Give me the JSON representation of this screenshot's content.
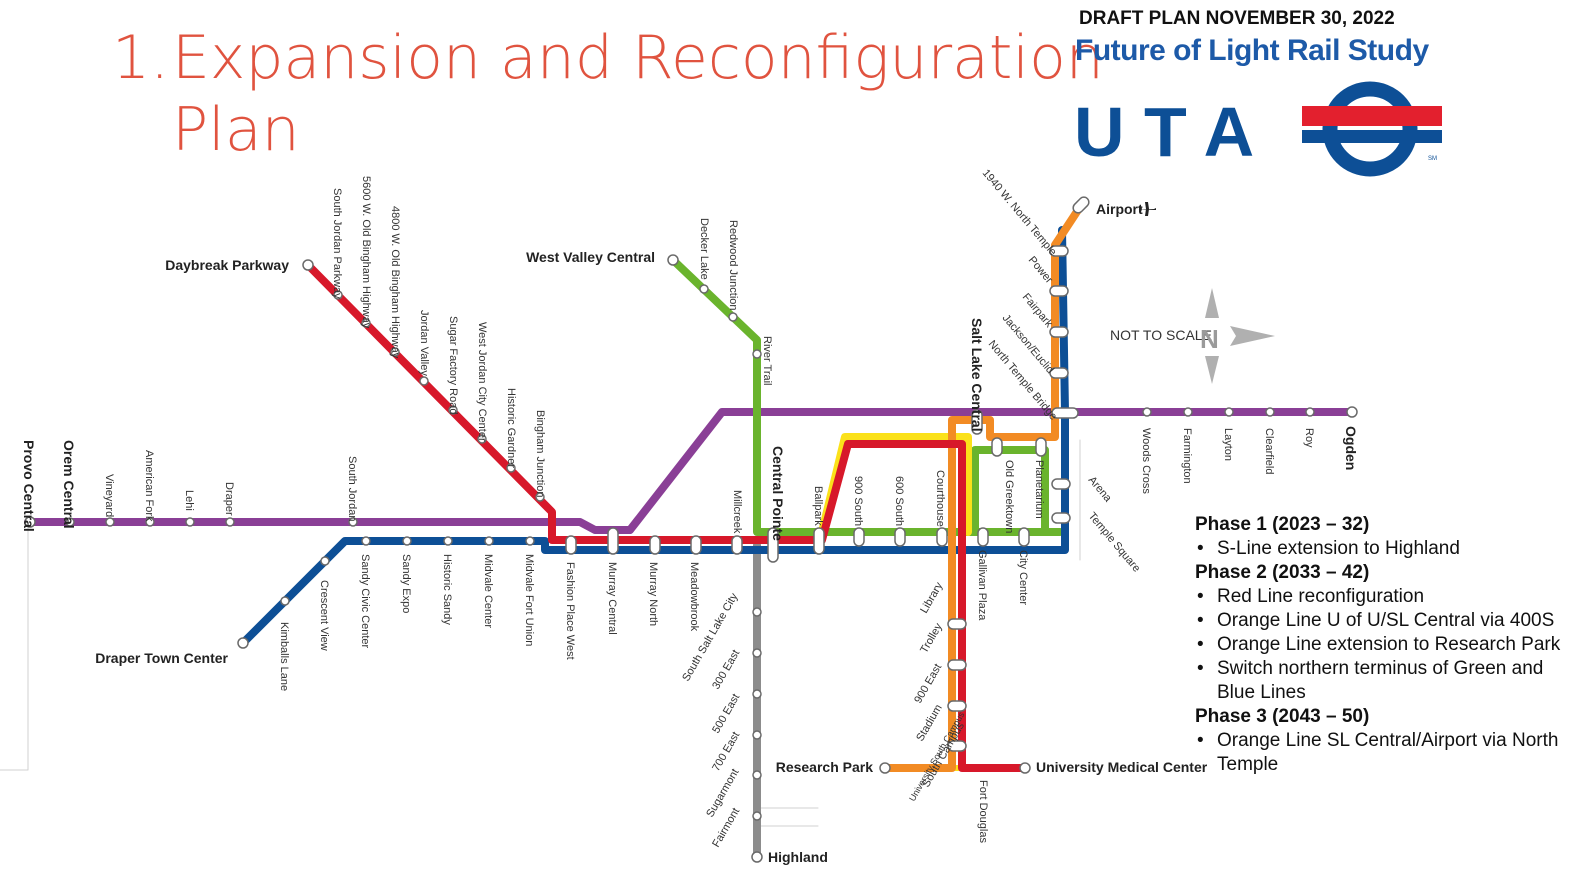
{
  "header": {
    "title_number": "1.",
    "title_line1": "Expansion and Reconfiguration",
    "title_line2": "Plan",
    "draft": "DRAFT PLAN NOVEMBER 30, 2022",
    "study": "Future of Light Rail Study",
    "logo_text": "U T A",
    "logo_mark": "SM"
  },
  "map": {
    "not_to_scale": "NOT TO SCALE",
    "north_letter": "N",
    "colors": {
      "purple": "#8a3f96",
      "red": "#d7182a",
      "blue": "#0d4f96",
      "green": "#6ab42d",
      "orange": "#f28b24",
      "yellow": "#fbe11a",
      "gray": "#8c8c8c"
    },
    "terminals": {
      "daybreak": "Daybreak Parkway",
      "west_valley": "West Valley Central",
      "airport": "Airport",
      "draper_town": "Draper Town Center",
      "research_park": "Research Park",
      "university_medical": "University Medical Center",
      "highland": "Highland",
      "provo": "Provo Central",
      "orem": "Orem Central",
      "ogden": "Ogden",
      "salt_lake_central": "Salt Lake Central",
      "central_pointe": "Central Pointe"
    },
    "red_line_stations": [
      "South Jordan Parkway",
      "5600 W. Old Bingham Highway",
      "4800 W. Old Bingham Highway",
      "Jordan Valley",
      "Sugar Factory Road",
      "West Jordan City Center",
      "Historic Gardner",
      "Bingham Junction"
    ],
    "green_line_stations": [
      "Decker Lake",
      "Redwood Junction",
      "River Trail"
    ],
    "orange_line_stations": [
      "1940 W. North Temple",
      "Power",
      "Fairpark",
      "Jackson/Euclid",
      "North Temple Bridge"
    ],
    "frontrunner_south": [
      "Vineyard",
      "American Fork",
      "Lehi",
      "Draper",
      "South Jordan"
    ],
    "frontrunner_north": [
      "Woods Cross",
      "Farmington",
      "Layton",
      "Clearfield",
      "Roy"
    ],
    "blue_line_stations": [
      "Kimballs Lane",
      "Crescent View",
      "Sandy Civic Center",
      "Sandy Expo",
      "Historic Sandy",
      "Midvale Center",
      "Midvale Fort Union"
    ],
    "trunk_stations": [
      "Fashion Place West",
      "Murray Central",
      "Murray North",
      "Meadowbrook",
      "Millcreek",
      "Ballpark",
      "900 South",
      "600 South",
      "Courthouse",
      "Gallivan Plaza",
      "City Center"
    ],
    "downtown_stations": [
      "Old Greektown",
      "Planetarium",
      "Arena",
      "Temple Square"
    ],
    "university_stations": [
      "Library",
      "Trolley",
      "900 East",
      "Stadium",
      "South Campus",
      "University South Campus",
      "Fort Douglas"
    ],
    "s_line_stations": [
      "South Salt Lake City",
      "300 East",
      "500 East",
      "700 East",
      "Sugarmont",
      "Fairmont"
    ]
  },
  "phases": [
    {
      "title": "Phase 1 (2023 – 32)",
      "items": [
        "S-Line extension to Highland"
      ]
    },
    {
      "title": "Phase 2 (2033 – 42)",
      "items": [
        "Red Line reconfiguration",
        "Orange Line U of U/SL Central via 400S",
        "Orange Line extension to Research Park",
        "Switch northern terminus of Green and Blue Lines"
      ]
    },
    {
      "title": "Phase 3 (2043 – 50)",
      "items": [
        "Orange Line SL Central/Airport via North Temple"
      ]
    }
  ]
}
